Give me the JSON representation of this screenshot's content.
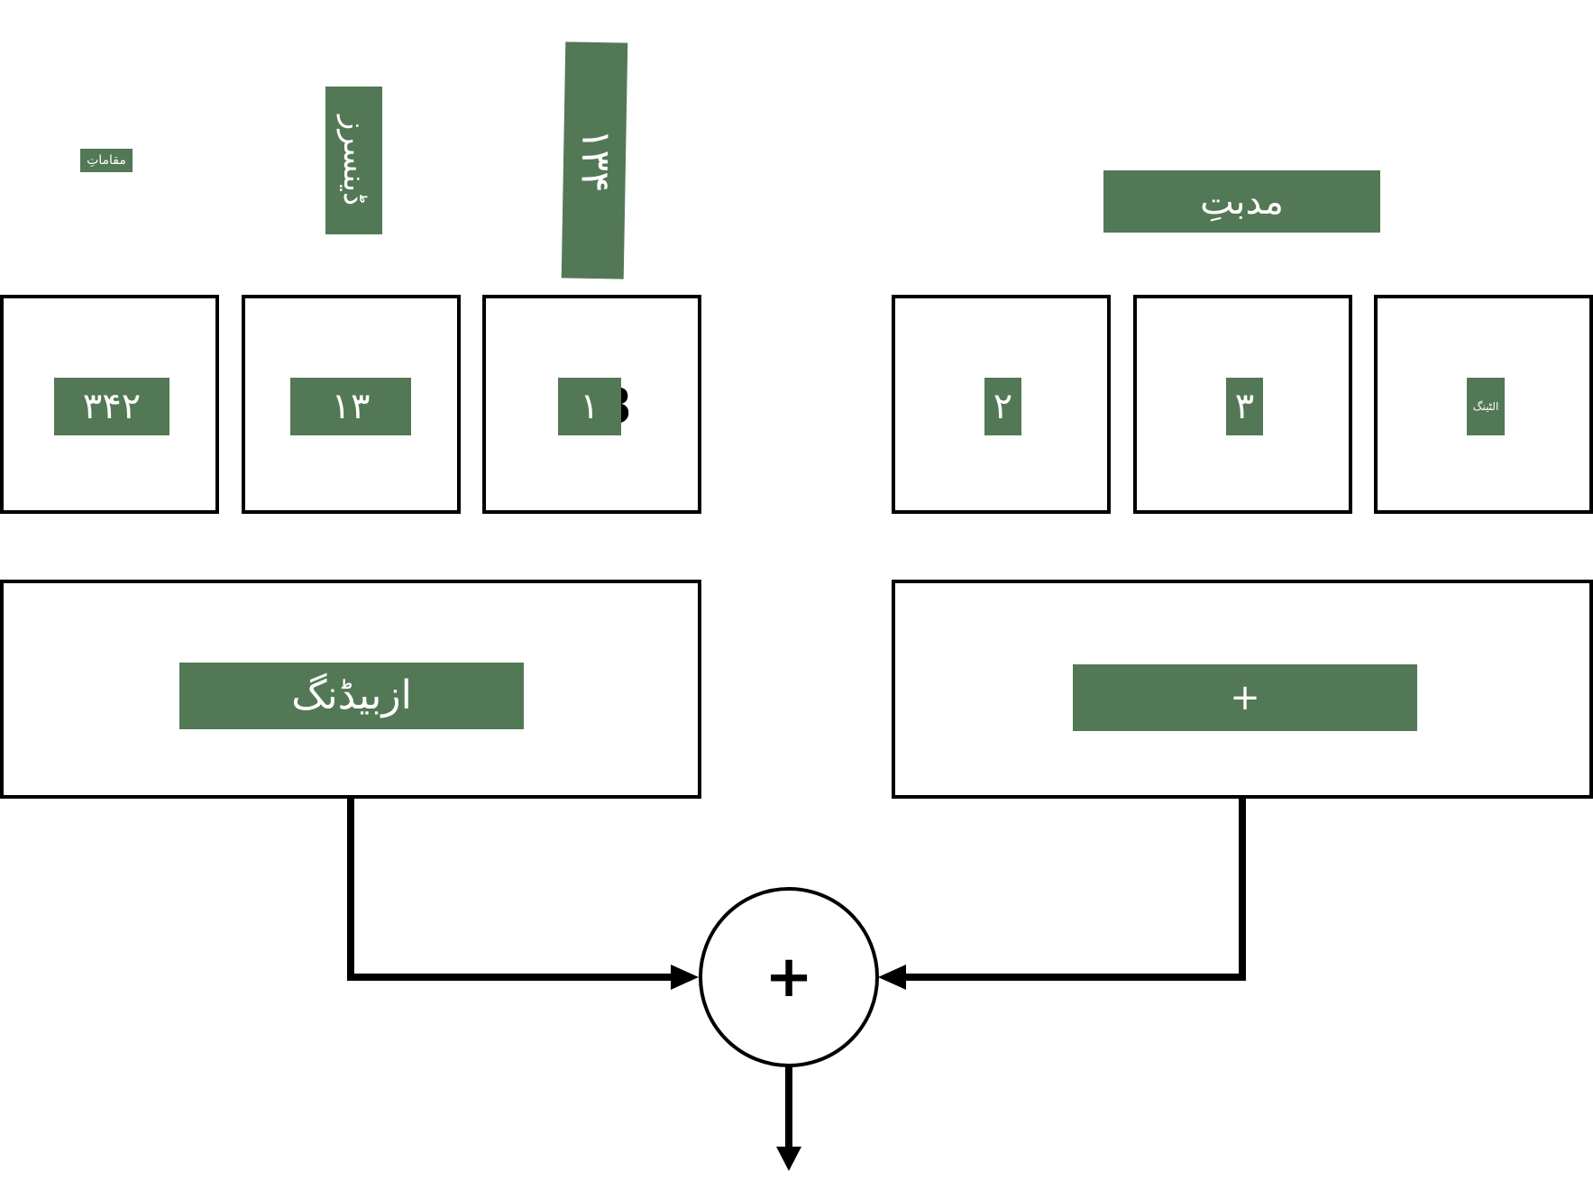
{
  "colors": {
    "label_fill": "#537855",
    "label_text": "#ffffff",
    "stroke": "#000000",
    "background": "#ffffff"
  },
  "top_labels": {
    "small": "مقاماتِ",
    "vertical_a": "ڈینسرز",
    "vertical_b": "۱۳۴",
    "wide": "مدبتِ"
  },
  "left_cells": [
    "۳۴۲",
    "۱۳",
    "۱"
  ],
  "left_cell_overlap_text": "3",
  "right_cells": [
    "۲",
    "۳",
    "الٹینگ"
  ],
  "left_block_label": "ازبیڈنگ",
  "right_block_label": "+",
  "sum_node_symbol": "+"
}
